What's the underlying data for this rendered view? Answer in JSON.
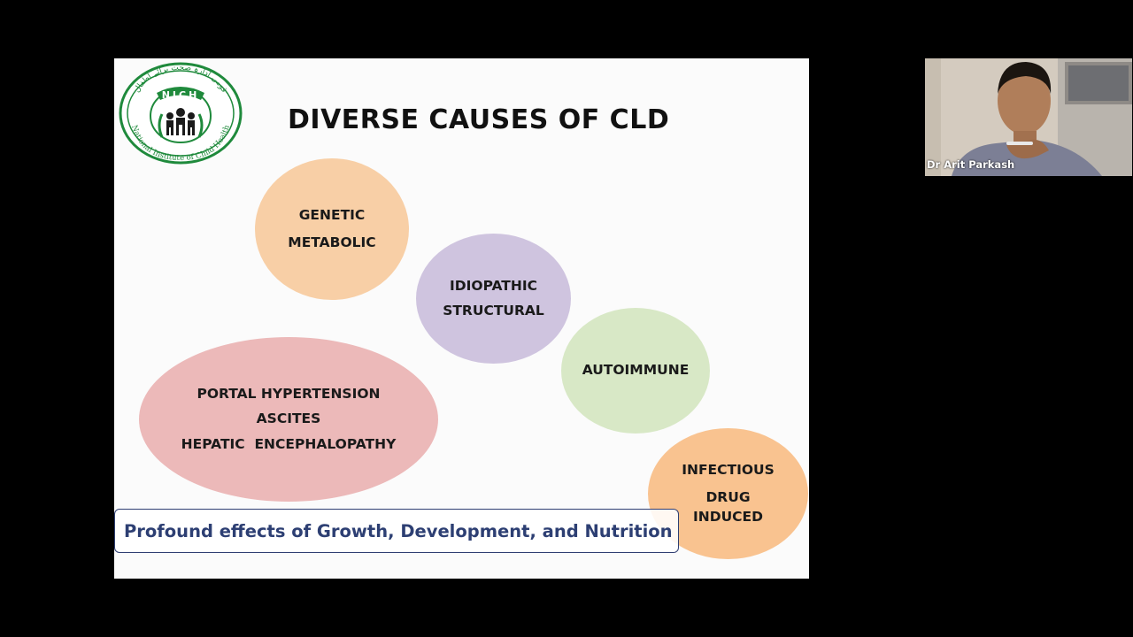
{
  "slide": {
    "title": "DIVERSE CAUSES OF CLD",
    "logo": {
      "abbreviation": "NICH",
      "full_name": "National Institute of Child Health",
      "urdu_text": "قومی ادارہ صحت برائے اطفال"
    },
    "bubbles": {
      "genetic": [
        "GENETIC",
        "METABOLIC"
      ],
      "idiopathic": [
        "IDIOPATHIC",
        "STRUCTURAL"
      ],
      "autoimmune": [
        "AUTOIMMUNE"
      ],
      "portal": [
        "PORTAL HYPERTENSION",
        "ASCITES",
        "HEPATIC  ENCEPHALOPATHY"
      ],
      "infectious": [
        "INFECTIOUS",
        "DRUG",
        "INDUCED"
      ]
    },
    "banner": "Profound effects of Growth, Development, and Nutrition"
  },
  "participant": {
    "name": "Dr Arit Parkash"
  },
  "colors": {
    "genetic": "#f8cfa6",
    "idiopathic": "#cfc4df",
    "autoimmune": "#d8e8c6",
    "portal": "#ecb9b9",
    "infectious": "#f9c390",
    "banner_text": "#2d3f73",
    "logo_green": "#1f8a3c"
  }
}
